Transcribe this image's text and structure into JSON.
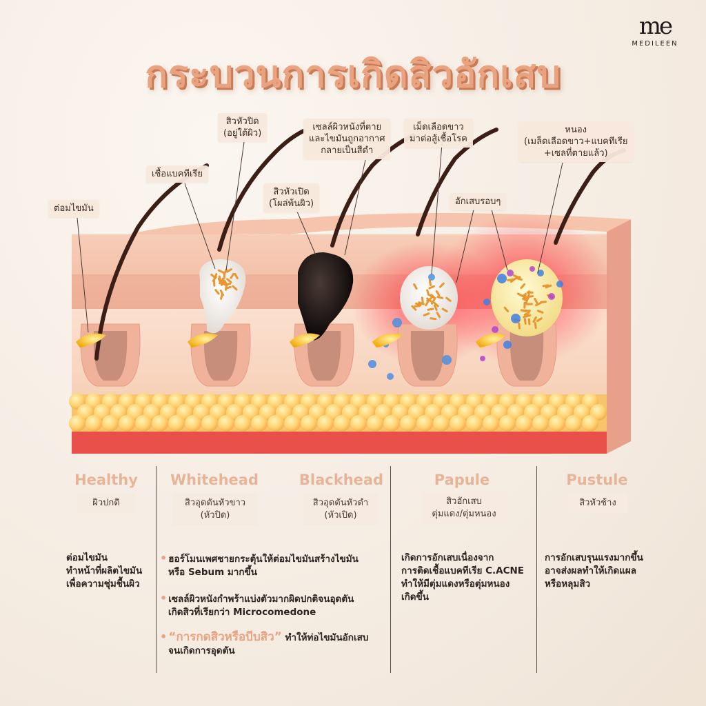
{
  "brand": {
    "mark": "me",
    "name": "MEDILEEN"
  },
  "title": "กระบวนการเกิดสิวอักเสบ",
  "callouts": {
    "sebaceous": "ต่อมไขมัน",
    "bacteria": "เชื้อแบคทีเรีย",
    "closed_1": "สิวหัวปิด",
    "closed_2": "(อยู่ใต้ผิว)",
    "open_1": "สิวหัวเปิด",
    "open_2": "(โผล่พ้นผิว)",
    "dead_1": "เซลล์ผิวหนังที่ตาย",
    "dead_2": "และไขมันถูกอากาศ",
    "dead_3": "กลายเป็นสีดำ",
    "wbc_1": "เม็ดเลือดขาว",
    "wbc_2": "มาต่อสู้เชื้อโรค",
    "inflam": "อักเสบรอบๆ",
    "pus_1": "หนอง",
    "pus_2": "(เมล็ดเลือดขาว+แบคทีเรีย",
    "pus_3": "+เซลที่ตายแล้ว)"
  },
  "stages": [
    {
      "name": "Healthy",
      "sub_1": "ผิวปกติ",
      "sub_2": ""
    },
    {
      "name": "Whitehead",
      "sub_1": "สิวอุดตันหัวขาว",
      "sub_2": "(หัวปิด)"
    },
    {
      "name": "Blackhead",
      "sub_1": "สิวอุดตันหัวดำ",
      "sub_2": "(หัวเปิด)"
    },
    {
      "name": "Papule",
      "sub_1": "สิวอักเสบ",
      "sub_2": "ตุ่มแดง/ตุ่มหนอง"
    },
    {
      "name": "Pustule",
      "sub_1": "สิวหัวช้าง",
      "sub_2": ""
    }
  ],
  "desc_healthy": [
    "ต่อมไขมัน",
    "ทำหน้าที่ผลิตไขมัน",
    "เพื่อความชุ่มชื้นผิว"
  ],
  "bullets": {
    "b1_1": "ฮอร์โมนเพศชายกระตุ้นให้ต่อมไขมันสร้างไขมัน",
    "b1_2": "หรือ Sebum มากขึ้น",
    "b2_1": "เซลล์ผิวหนังกำพร้าแบ่งตัวมากผิดปกติจนอุดตัน",
    "b2_2": "เกิดสิวที่เรียกว่า Microcomedone",
    "b3_hl": "“การกดสิวหรือบีบสิว”",
    "b3_1": "ทำให้ท่อไขมันอักเสบ",
    "b3_2": "จนเกิดการอุดตัน"
  },
  "desc_papule": [
    "เกิดการอักเสบเนื่องจาก",
    "การติดเชื้อแบคทีเรีย C.ACNE",
    "ทำให้มีตุ่มแดงหรือตุ่มหนอง",
    "เกิดขึ้น"
  ],
  "desc_pustule": [
    "การอักเสบรุนแรงมากขึ้น",
    "อาจส่งผลทำให้เกิดแผล",
    "หรือหลุมสิว"
  ],
  "colors": {
    "accent": "#e7a382",
    "skin": "#f2c2ab",
    "inflame": "#e8344a"
  }
}
